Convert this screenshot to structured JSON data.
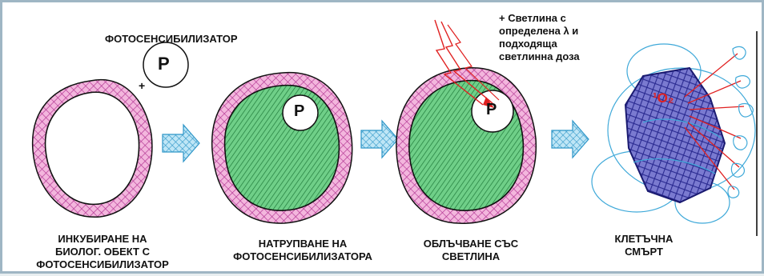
{
  "diagram": {
    "photosensitizer_title": "ФОТОСЕНСИБИЛИЗАТОР",
    "p_symbol": "P",
    "plus_sign": "+",
    "light_note": [
      "+ Светлина с",
      "определена  λ и",
      "подходяща",
      "светлинна доза"
    ],
    "singlet_oxygen": "¹O₂",
    "steps": [
      {
        "caption": [
          "ИНКУБИРАНЕ НА",
          "БИОЛОГ.  ОБЕКТ С",
          "ФОТОСЕНСИБИЛИЗАТОР"
        ]
      },
      {
        "caption": [
          "НАТРУПВАНЕ НА",
          "ФОТОСЕНСИБИЛИЗАТОРА"
        ]
      },
      {
        "caption": [
          "ОБЛЪЧВАНЕ СЪС",
          "СВЕТЛИНА"
        ]
      },
      {
        "caption": [
          "КЛЕТЪЧНА",
          "СМЪРТ"
        ]
      }
    ]
  },
  "colors": {
    "membrane": "#e070c0",
    "membrane_hatch": "#b03090",
    "cytoplasm": "#5fbf78",
    "cytoplasm_hatch": "#1f7a3a",
    "arrow": "#3fa9d9",
    "dead_cell": "#3a3aa8",
    "light_beam": "#e02020",
    "outline": "#111111"
  }
}
